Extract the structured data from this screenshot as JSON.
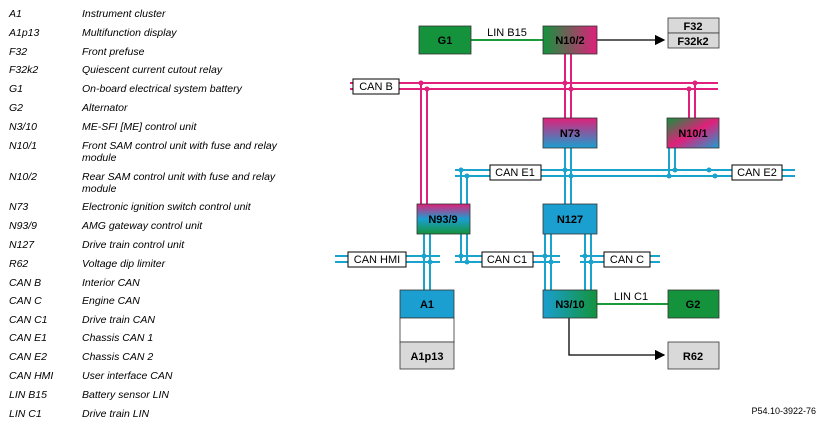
{
  "legend": [
    {
      "code": "A1",
      "desc": "Instrument cluster"
    },
    {
      "code": "A1p13",
      "desc": "Multifunction display"
    },
    {
      "code": "F32",
      "desc": "Front prefuse"
    },
    {
      "code": "F32k2",
      "desc": "Quiescent current cutout relay"
    },
    {
      "code": "G1",
      "desc": "On-board electrical system battery"
    },
    {
      "code": "G2",
      "desc": "Alternator"
    },
    {
      "code": "N3/10",
      "desc": "ME-SFI [ME] control unit"
    },
    {
      "code": "N10/1",
      "desc": "Front SAM control unit with fuse and relay module"
    },
    {
      "code": "N10/2",
      "desc": "Rear SAM control unit with fuse and relay module"
    },
    {
      "code": "N73",
      "desc": "Electronic ignition switch control unit"
    },
    {
      "code": "N93/9",
      "desc": "AMG gateway control unit"
    },
    {
      "code": "N127",
      "desc": "Drive train control unit"
    },
    {
      "code": "R62",
      "desc": "Voltage dip limiter"
    },
    {
      "code": "CAN B",
      "desc": "Interior CAN"
    },
    {
      "code": "CAN C",
      "desc": "Engine CAN"
    },
    {
      "code": "CAN C1",
      "desc": "Drive train CAN"
    },
    {
      "code": "CAN E1",
      "desc": "Chassis CAN 1"
    },
    {
      "code": "CAN E2",
      "desc": "Chassis CAN 2"
    },
    {
      "code": "CAN HMI",
      "desc": "User interface CAN"
    },
    {
      "code": "LIN B15",
      "desc": "Battery sensor LIN"
    },
    {
      "code": "LIN C1",
      "desc": "Drive train LIN"
    }
  ],
  "blocks": {
    "g1": "G1",
    "n10_2": "N10/2",
    "f32": "F32",
    "f32k2": "F32k2",
    "n73": "N73",
    "n10_1": "N10/1",
    "n93_9": "N93/9",
    "n127": "N127",
    "a1": "A1",
    "a1p13": "A1p13",
    "n3_10": "N3/10",
    "g2": "G2",
    "r62": "R62"
  },
  "bus_labels": {
    "lin_b15": "LIN B15",
    "can_b": "CAN B",
    "can_e1": "CAN E1",
    "can_e2": "CAN E2",
    "can_hmi": "CAN HMI",
    "can_c1": "CAN C1",
    "can_c": "CAN C",
    "lin_c1": "LIN C1"
  },
  "reference": "P54.10-3922-76",
  "colors": {
    "can_b": "#e0207a",
    "can_blue": "#1aa3cc",
    "lin": "#1a9a3a",
    "green_block": "#14933c",
    "blue_block": "#1a9fd0",
    "magenta_block": "#e0207a",
    "grey_block": "#d9d9d9"
  }
}
